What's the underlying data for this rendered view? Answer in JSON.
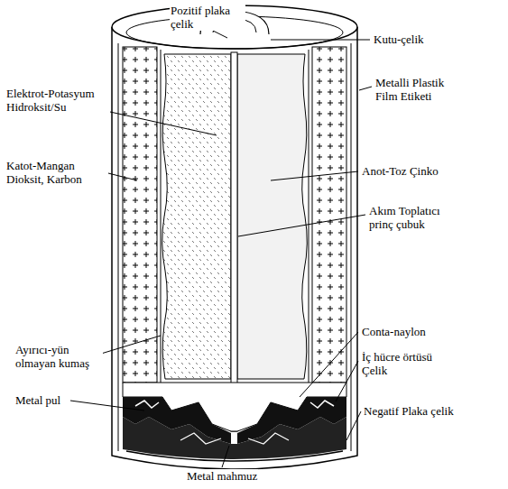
{
  "diagram": {
    "labels": [
      "Pozitif plaka çelik",
      "Kutu-çelik",
      "Elektrot-Potasyum Hidroksit/Su",
      "Metalli Plastik Film Etiketi",
      "Katot-Mangan Dioksit, Karbon",
      "Anot-Toz Çinko",
      "Akım Toplatıcı prinç çubuk",
      "Ayırıcı-yün olmayan kumaş",
      "Conta-naylon",
      "İç hücre örtüsü Çelik",
      "Metal pul",
      "Negatif Plaka çelik",
      "Metal mahmuz"
    ]
  }
}
